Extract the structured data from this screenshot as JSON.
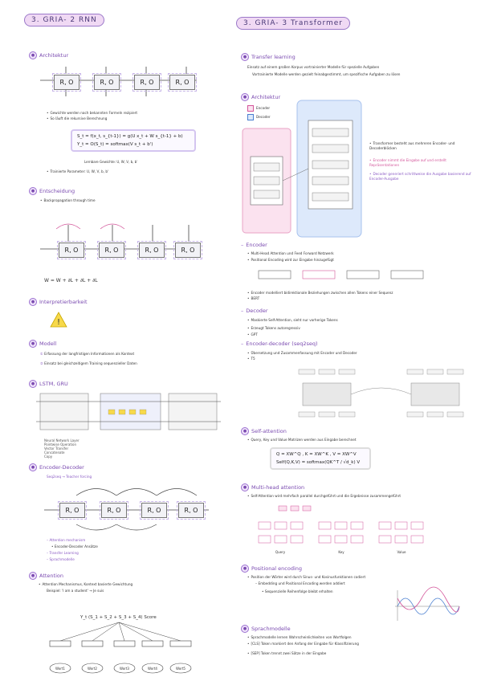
{
  "left": {
    "title": "3. GRIA- 2 RNN",
    "s1": {
      "label": "Architektur"
    },
    "s1_bullets": [
      "Gewichte werden nach bekannten Formeln rezipiert",
      "So läuft die rekursive Berechnung"
    ],
    "s1_formula": [
      "S_t = f(x_t, s_{t-1}) = g(U x_t + W s_{t-1} + b)",
      "Y_t = O(S_t) = softmax(V s_t + b')"
    ],
    "s1_note": "Lernbare Gewichte: U, W, V, b, b'",
    "s1_bullet2": "Trainierte Parameter: U, W, V, b, b'",
    "s2": {
      "label": "Entscheidung"
    },
    "s2_bullet": "Backpropagation through time",
    "s2_eq": "W = W + ∂L + ∂L + ∂L",
    "s3": {
      "label": "Interpretierbarkeit"
    },
    "s4": {
      "label": "Modell"
    },
    "s4_items": [
      "Erfassung der langfristigen Informationen als Kontext",
      "Einsatz bei gleichzeitigem Training sequenzieller Daten"
    ],
    "s5": {
      "label": "LSTM, GRU"
    },
    "s5_legend": [
      "Neural Network Layer",
      "Pointwise Operation",
      "Vector Transfer",
      "Concatenate",
      "Copy"
    ],
    "s6": {
      "label": "Encoder-Decoder"
    },
    "s6_line": "Seq2seq → Teacher forcing",
    "s6_bullets": [
      "Attention mechanism",
      "Encoder-Decoder Ansätze",
      "Transfer Learning",
      "Sprachmodelle"
    ],
    "s7": {
      "label": "Attention"
    },
    "s7_bullets": [
      "Attention Mechanismus, Kontext basierte Gewichtung",
      "Beispiel: 'I am a student' → Je suis"
    ],
    "s7_eq": "Y_t (S_1 + S_2 + S_3 + S_4) Score",
    "s7_words": [
      "Wort1",
      "Wort2",
      "Wort3",
      "Wort4",
      "Wort5"
    ]
  },
  "right": {
    "title": "3. GRIA- 3 Transformer",
    "s1": {
      "label": "Transfer learning"
    },
    "s1_text": [
      "Einsatz auf einem großen Korpus vortrainierter Modelle für spezielle Aufgaben",
      "Vortrainierte Modelle werden gezielt feinabgestimmt, um spezifische Aufgaben zu lösen"
    ],
    "s2": {
      "label": "Architektur"
    },
    "s2_legend": [
      "Encoder",
      "Decoder"
    ],
    "s2_bullets": [
      "Transformer besteht aus mehreren Encoder- und Decoderblöcken",
      "Encoder nimmt die Eingabe auf und erstellt Repräsentationen",
      "Decoder generiert schrittweise die Ausgabe basierend auf Encoder-Ausgabe"
    ],
    "s3": {
      "label": "Encoder"
    },
    "s3_bullets": [
      "Multi-Head Attention und Feed Forward Netzwerk",
      "Positional Encoding wird zur Eingabe hinzugefügt"
    ],
    "s3_bullets2": [
      "Encoder modelliert bidirektionale Beziehungen zwischen allen Tokens einer Sequenz",
      "BERT"
    ],
    "s4": {
      "label": "Decoder"
    },
    "s4_bullets": [
      "Maskierte Self-Attention, sieht nur vorherige Tokens",
      "Erzeugt Tokens autoregressiv",
      "GPT"
    ],
    "s5": {
      "label": "Encoder-decoder (seq2seq)"
    },
    "s5_bullets": [
      "Übersetzung und Zusammenfassung mit Encoder und Decoder",
      "T5"
    ],
    "s6": {
      "label": "Self-attention"
    },
    "s6_bullet": "Query, Key und Value Matrizen werden aus Eingabe berechnet",
    "s6_formula": [
      "Q = XW^Q , K = XW^K , V = XW^V",
      "Self(Q,K,V) = softmax(QK^T / √d_k) V"
    ],
    "s7": {
      "label": "Multi-head attention"
    },
    "s7_bullet": "Self-Attention wird mehrfach parallel durchgeführt und die Ergebnisse zusammengeführt",
    "s7_heads": [
      "Query",
      "Key",
      "Value"
    ],
    "s8": {
      "label": "Positional encoding"
    },
    "s8_bullets": [
      "Position der Wörter wird durch Sinus- und Kosinusfunktionen codiert",
      "Embedding und Positional Encoding werden addiert",
      "Sequenzielle Reihenfolge bleibt erhalten"
    ],
    "s9": {
      "label": "Sprachmodelle"
    },
    "s9_bullets": [
      "Sprachmodelle lernen Wahrscheinlichkeiten von Wortfolgen",
      "[CLS] Token markiert den Anfang der Eingabe für Klassifizierung",
      "[SEP] Token trennt zwei Sätze in der Eingabe"
    ]
  },
  "colors": {
    "purple": "#8a5ac4",
    "pink": "#d3559a",
    "blue": "#4a7fd0",
    "accent_box": "#f0d9f4"
  }
}
